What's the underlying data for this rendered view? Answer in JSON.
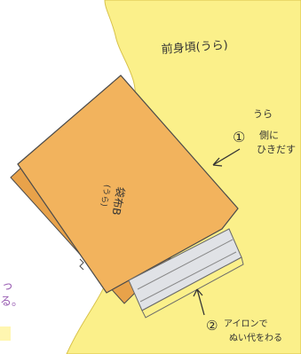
{
  "title_label": "前身頃(うら)",
  "pocket_label": "袋布B",
  "pocket_label_sub": "(うら)",
  "note1": {
    "number": "①",
    "line1": "うら",
    "line2": "側に",
    "line3": "ひきだす"
  },
  "note2": {
    "number": "②",
    "line1": "アイロンで",
    "line2": "ぬい代をわる"
  },
  "left_text_fragment": {
    "line1": "っ",
    "line2": "る。"
  },
  "colors": {
    "background": "#ffffff",
    "fabric_yellow": "#fbf08a",
    "pocket_orange": "#f2b35d",
    "pocket_shadow": "#e8a24a",
    "seam_gray": "#e0e2e6",
    "ink": "#333333",
    "purple_text": "#9a5fb3",
    "yellow_tab": "#fff6b0"
  }
}
